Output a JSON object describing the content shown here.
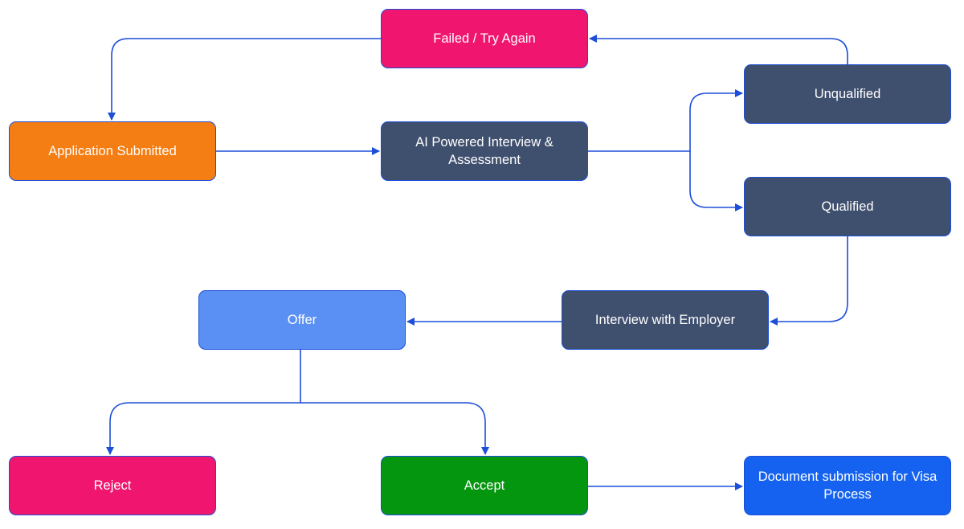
{
  "diagram": {
    "nodes": {
      "failed": {
        "label": "Failed / Try Again",
        "color": "#f0166f"
      },
      "app": {
        "label": "Application Submitted",
        "color": "#f47d14"
      },
      "ai": {
        "label": "AI Powered Interview & Assessment",
        "color": "#3f4f6e"
      },
      "unqual": {
        "label": "Unqualified",
        "color": "#3f4f6e"
      },
      "qual": {
        "label": "Qualified",
        "color": "#3f4f6e"
      },
      "interview": {
        "label": "Interview with Employer",
        "color": "#3f4f6e"
      },
      "offer": {
        "label": "Offer",
        "color": "#5a8ff3"
      },
      "reject": {
        "label": "Reject",
        "color": "#f0166f"
      },
      "accept": {
        "label": "Accept",
        "color": "#05960f"
      },
      "docs": {
        "label": "Document submission for Visa Process",
        "color": "#1462ef"
      }
    },
    "edges": [
      {
        "from": "failed",
        "to": "app"
      },
      {
        "from": "app",
        "to": "ai"
      },
      {
        "from": "ai",
        "to": "unqual"
      },
      {
        "from": "ai",
        "to": "qual"
      },
      {
        "from": "unqual",
        "to": "failed"
      },
      {
        "from": "qual",
        "to": "interview"
      },
      {
        "from": "interview",
        "to": "offer"
      },
      {
        "from": "offer",
        "to": "reject"
      },
      {
        "from": "offer",
        "to": "accept"
      },
      {
        "from": "accept",
        "to": "docs"
      }
    ],
    "connector_color": "#1d4ed8"
  }
}
